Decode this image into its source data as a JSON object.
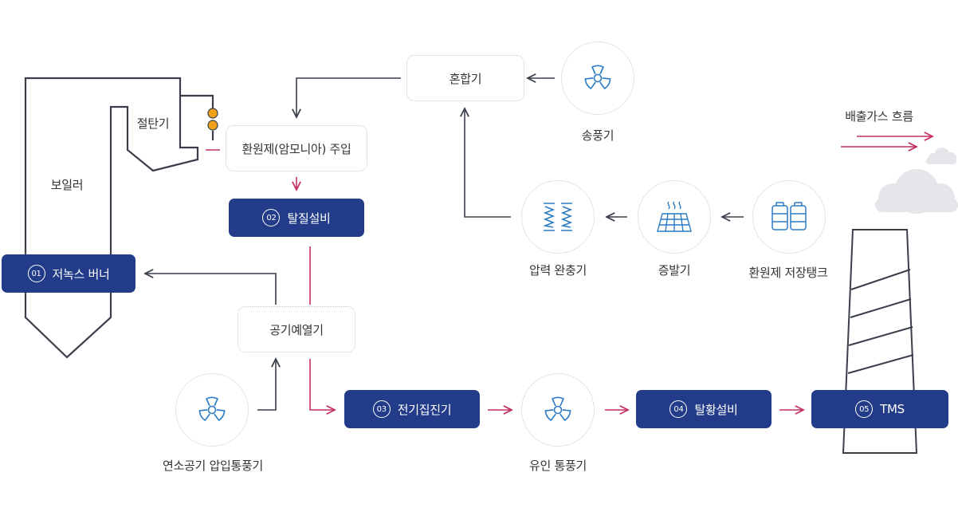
{
  "labels": {
    "boiler": "보일러",
    "cutter": "절탄기",
    "fan": "송풍기",
    "exhaust_flow": "배출가스 흐름",
    "pressure_buffer": "압력 완충기",
    "evaporator": "증발기",
    "storage_tank": "환원제 저장탱크",
    "combustion_fan": "연소공기 압입통풍기",
    "induced_fan": "유인 통풍기"
  },
  "boxes": {
    "mixer": "혼합기",
    "reagent_injection": "환원제(암모니아) 주입",
    "air_preheater": "공기예열기"
  },
  "steps": [
    {
      "num": "01",
      "label": "저녹스 버너"
    },
    {
      "num": "02",
      "label": "탈질설비"
    },
    {
      "num": "03",
      "label": "전기집진기"
    },
    {
      "num": "04",
      "label": "탈황설비"
    },
    {
      "num": "05",
      "label": "TMS"
    }
  ],
  "colors": {
    "navy": "#233c8a",
    "crimson": "#c5305f",
    "line": "#3a3f4b",
    "icon_blue": "#2b7bc4",
    "dotted": "#c9c9c9",
    "valve": "#f0a21a"
  }
}
